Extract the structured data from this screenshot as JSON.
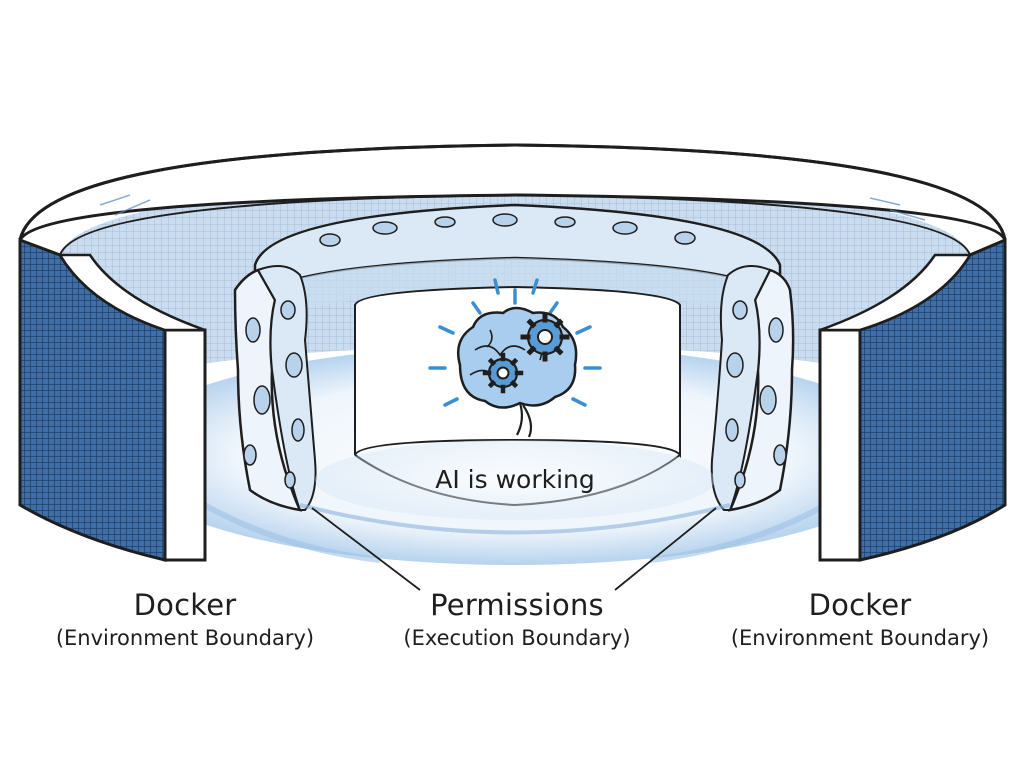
{
  "diagram": {
    "center_text": "AI is working",
    "labels": {
      "left": {
        "title": "Docker",
        "subtitle": "(Environment Boundary)"
      },
      "center": {
        "title": "Permissions",
        "subtitle": "(Execution Boundary)"
      },
      "right": {
        "title": "Docker",
        "subtitle": "(Environment Boundary)"
      }
    }
  },
  "colors": {
    "ink": "#1e1e1e",
    "outer_wall_fill": "#2f5a8e",
    "outer_wall_light": "#8fb3d9",
    "sponge_fill": "#e8f1fa",
    "sponge_holes": "#b8d2ec",
    "accent_blue": "#3a8fd1"
  },
  "icons": [
    "brain-icon",
    "gear-icon"
  ]
}
